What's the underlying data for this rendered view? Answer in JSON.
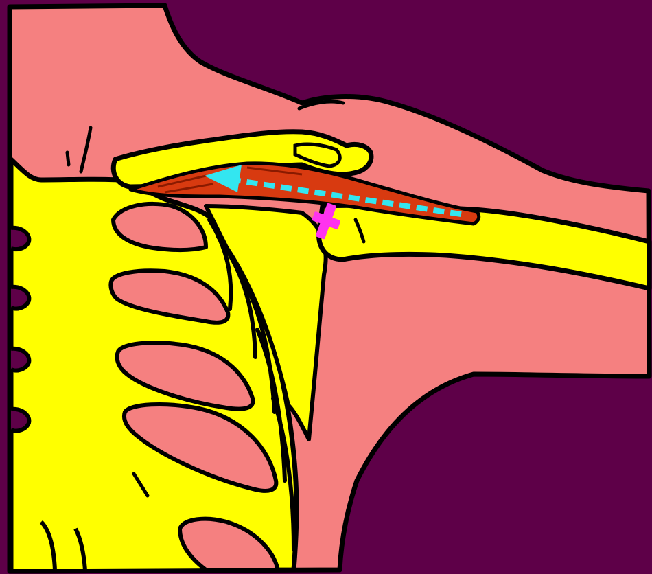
{
  "diagram": {
    "colors": {
      "background": "#5e0048",
      "skin": "#f58080",
      "bone": "#ffff00",
      "outline": "#000000",
      "muscle": "#d83a10",
      "muscle_dark": "#8a1a00",
      "arrow": "#33e6f0",
      "insertion_mark": "#ff33ee"
    },
    "parts": {
      "body": "skin",
      "rib_cage": "bone",
      "clavicle": "bone",
      "scapula": "bone",
      "humerus": "bone",
      "muscle": "subclavius",
      "arrow": "direction-of-pull",
      "marker": "cross-mark"
    }
  }
}
